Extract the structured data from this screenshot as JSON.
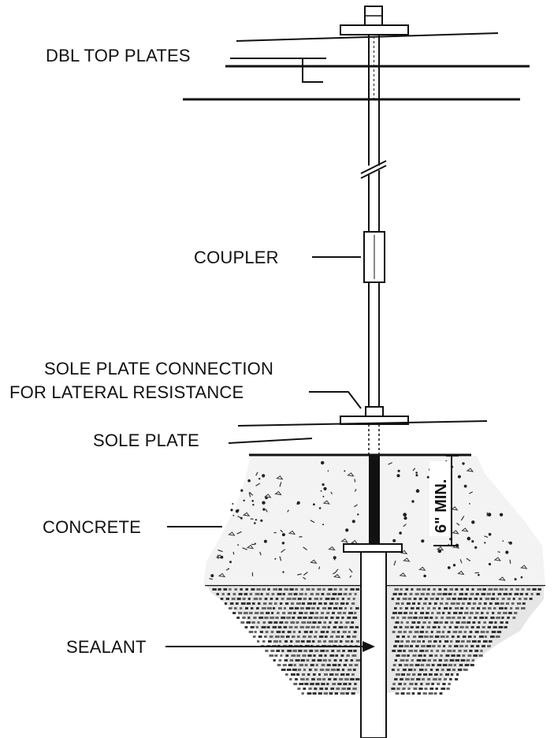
{
  "labels": {
    "dbl_top_plates": "DBL TOP PLATES",
    "coupler": "COUPLER",
    "sole_plate_connection_line1": "SOLE PLATE CONNECTION",
    "sole_plate_connection_line2": "FOR LATERAL RESISTANCE",
    "sole_plate": "SOLE PLATE",
    "concrete": "CONCRETE",
    "sealant": "SEALANT",
    "embedment_dimension": "6\" MIN."
  },
  "colors": {
    "ink": "#111111",
    "background": "#ffffff"
  }
}
